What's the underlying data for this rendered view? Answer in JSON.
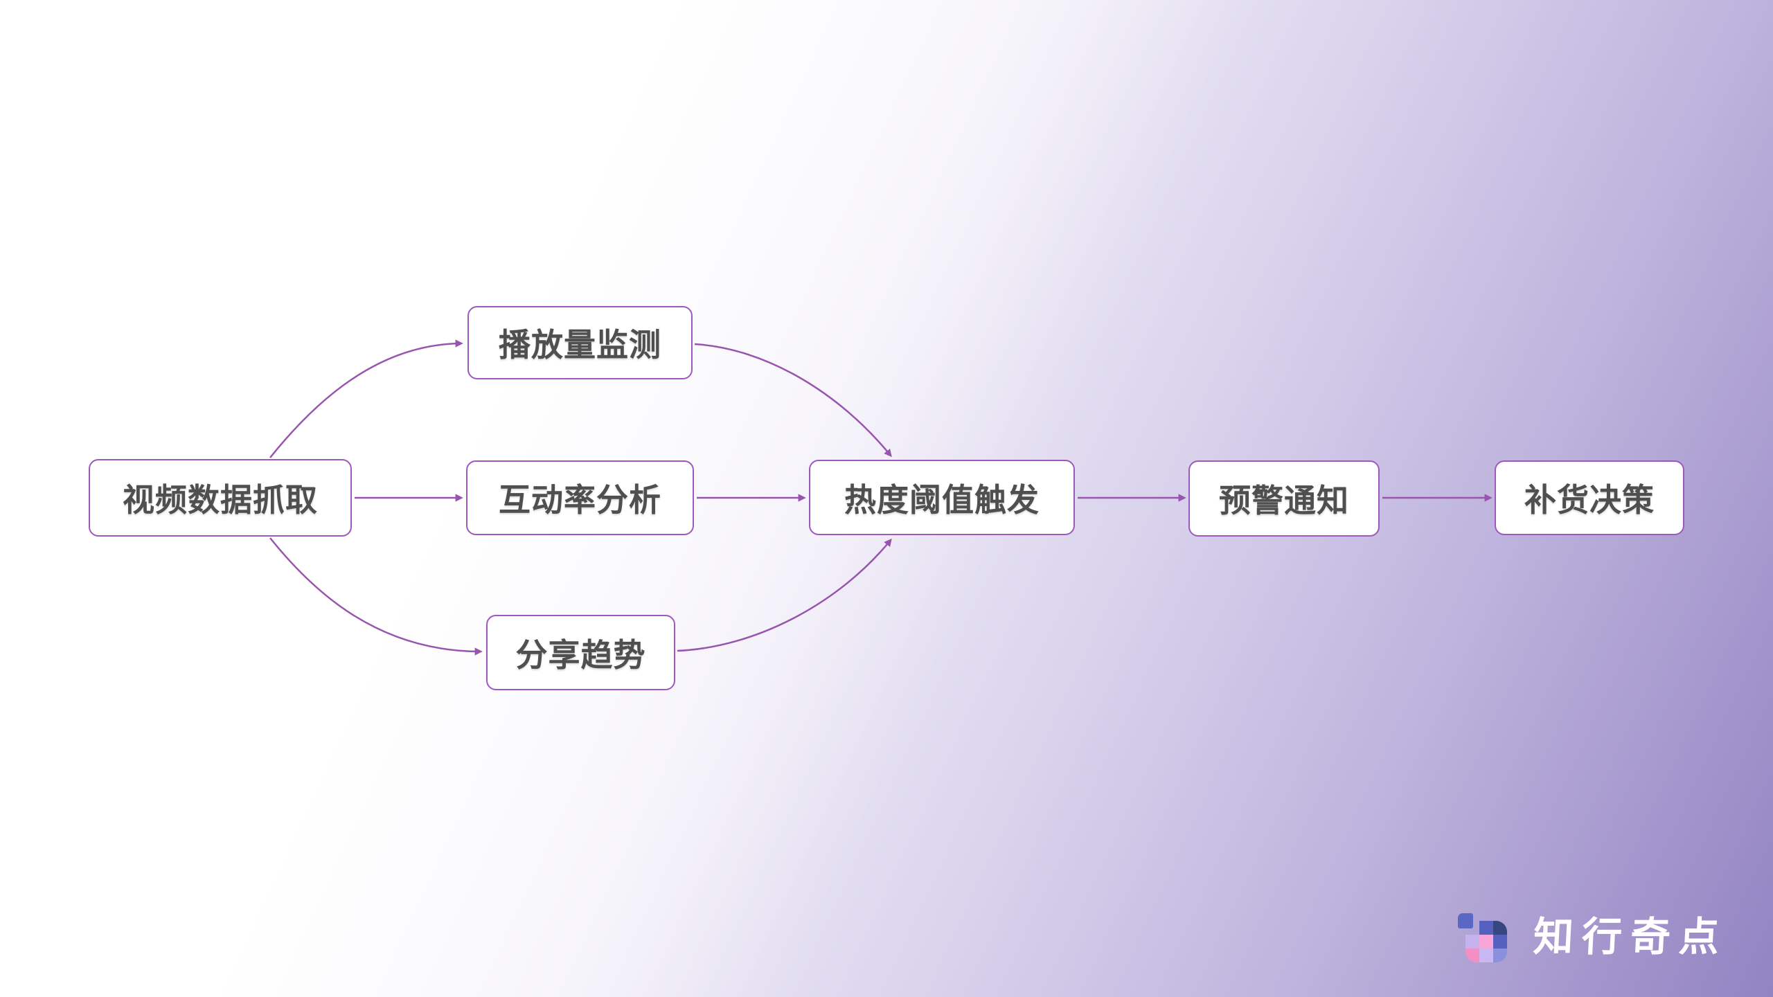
{
  "diagram": {
    "nodes": [
      {
        "id": "video-data-capture",
        "label": "视频数据抓取"
      },
      {
        "id": "play-count-monitoring",
        "label": "播放量监测"
      },
      {
        "id": "engagement-rate-analysis",
        "label": "互动率分析"
      },
      {
        "id": "share-trend",
        "label": "分享趋势"
      },
      {
        "id": "heat-threshold-trigger",
        "label": "热度阈值触发"
      },
      {
        "id": "alert-notification",
        "label": "预警通知"
      },
      {
        "id": "restock-decision",
        "label": "补货决策"
      }
    ],
    "edges": [
      {
        "from": "视频数据抓取",
        "to": "播放量监测"
      },
      {
        "from": "视频数据抓取",
        "to": "互动率分析"
      },
      {
        "from": "视频数据抓取",
        "to": "分享趋势"
      },
      {
        "from": "播放量监测",
        "to": "热度阈值触发"
      },
      {
        "from": "互动率分析",
        "to": "热度阈值触发"
      },
      {
        "from": "分享趋势",
        "to": "热度阈值触发"
      },
      {
        "from": "热度阈值触发",
        "to": "预警通知"
      },
      {
        "from": "预警通知",
        "to": "补货决策"
      }
    ]
  },
  "colors": {
    "node_background": "#ffffff",
    "node_border": "#9e58bd",
    "node_text": "#4f4f4f",
    "edge_stroke": "#9854ae",
    "bg_top_left": "#ffffff",
    "bg_bottom_right": "#9184c2",
    "logo_text": "#ffffff"
  },
  "branding": {
    "logo_text": "知行奇点",
    "icon": {
      "small_square": "#5b67c4",
      "cells": {
        "r1c2": "#5560bf",
        "r1c3": "#36477f",
        "r2c1": "#c6b3ee",
        "r2c2": "#f7a6d7",
        "r2c3": "#5560bf",
        "r3c1": "#f48fc5",
        "r3c2": "#cab6f0",
        "r3c3": "#8a90de"
      }
    }
  }
}
